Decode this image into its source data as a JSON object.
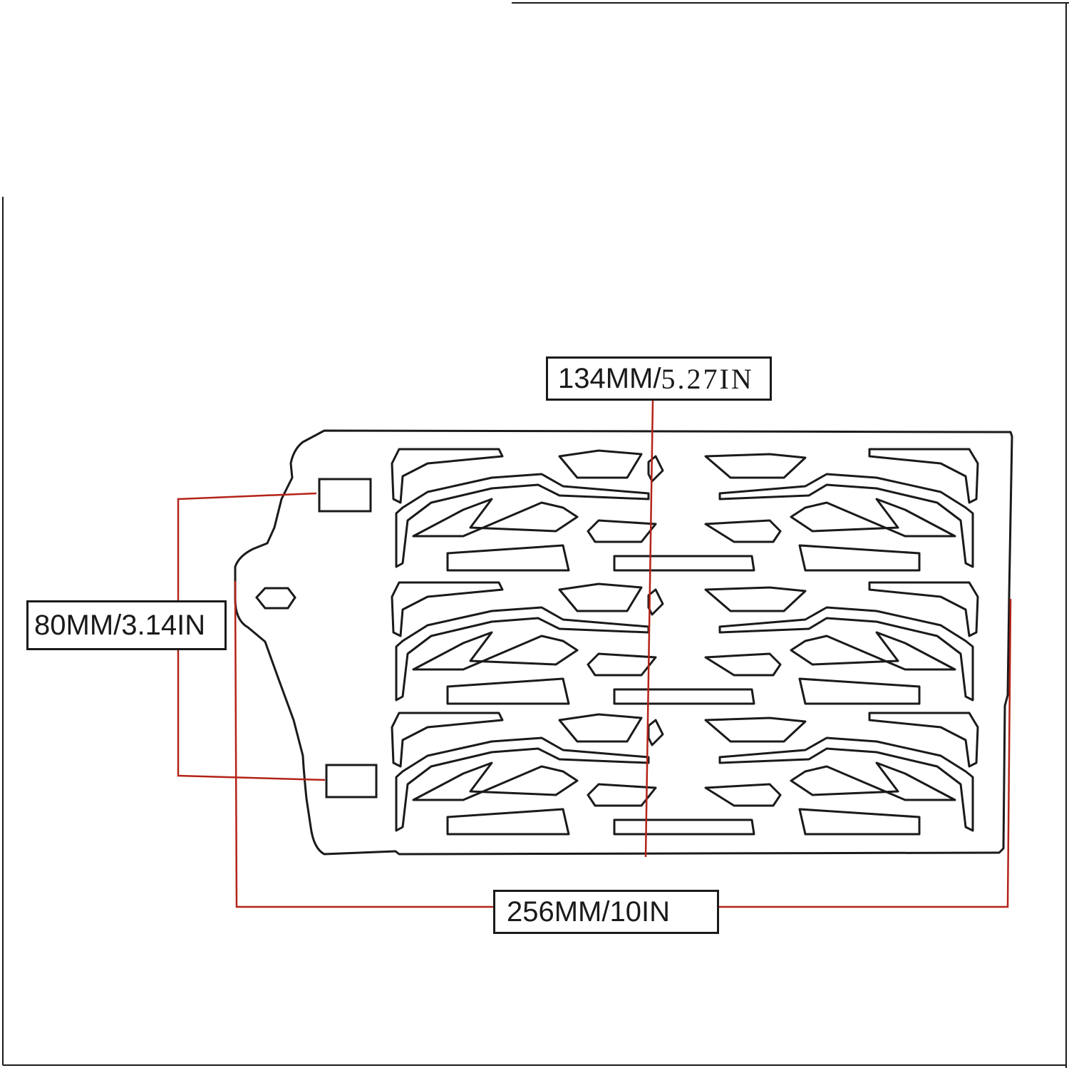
{
  "dimensions": {
    "height_mm": "134MM/",
    "height_in": "5.27IN",
    "depth": "80MM/3.14IN",
    "width": "256MM/10IN"
  },
  "colors": {
    "outline": "#1a1a1a",
    "dimension_line": "#b42318",
    "background": "#ffffff"
  }
}
